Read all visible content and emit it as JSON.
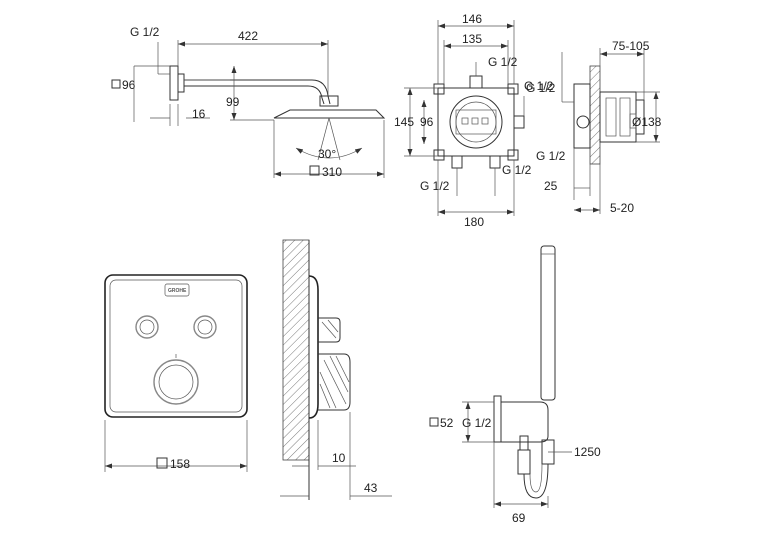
{
  "labels": {
    "arm_length": "422",
    "connector_thread": "G 1/2",
    "flange_square": "96",
    "drop_height": "99",
    "wall_offset": "16",
    "spray_angle": "30°",
    "head_square": "310",
    "box_width_outer": "146",
    "box_width_inner": "135",
    "box_thread_top": "G 1/2",
    "box_thread_right": "G 1/2",
    "box_height_outer": "145",
    "box_height_inner": "96",
    "box_thread_bottom_left": "G 1/2",
    "box_thread_bottom_right": "G 1/2",
    "box_width_bottom": "180",
    "depth_range": "75-105",
    "side_thread_top": "G 1/2",
    "side_thread_bottom": "G 1/2",
    "side_diameter": "Ø138",
    "side_depth": "25",
    "side_cover_range": "5-20",
    "plate_square": "158",
    "plate_logo": "GROHE",
    "valve_projection": "10",
    "valve_depth": "43",
    "outlet_square": "52",
    "outlet_thread": "G 1/2",
    "hose_length": "1250",
    "holder_width": "69"
  }
}
